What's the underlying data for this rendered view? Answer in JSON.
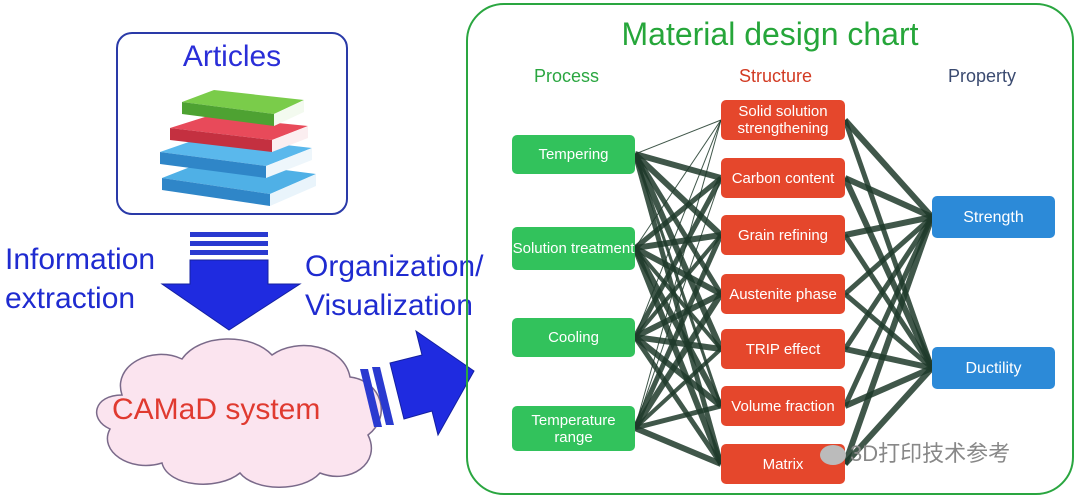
{
  "left": {
    "articles_title": "Articles",
    "extraction_label": [
      "Information",
      "extraction"
    ],
    "organization_label": [
      "Organization/",
      "Visualization"
    ],
    "system_label": "CAMaD system"
  },
  "chart": {
    "title": "Material design chart",
    "columns": {
      "process": "Process",
      "structure": "Structure",
      "property": "Property"
    },
    "process": [
      "Tempering",
      "Solution treatment",
      "Cooling",
      "Temperature range"
    ],
    "structure": [
      "Solid solution strengthening",
      "Carbon content",
      "Grain refining",
      "Austenite phase",
      "TRIP effect",
      "Volume fraction",
      "Matrix"
    ],
    "property": [
      "Strength",
      "Ductility"
    ],
    "colors": {
      "process": "#32c25c",
      "structure": "#e5472c",
      "property": "#2c8ad8",
      "frame": "#2aa640",
      "links": "#1f3a2a"
    }
  },
  "watermark": "3D打印技术参考"
}
